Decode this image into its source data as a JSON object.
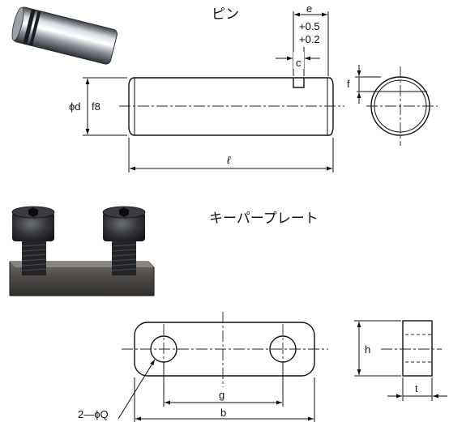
{
  "pin": {
    "title": "ピン",
    "dim_e": "e",
    "tol_upper": "+0.5",
    "tol_lower": "+0.2",
    "dim_c": "c",
    "dim_f": "f",
    "dim_d": "ϕd",
    "fit": "f8",
    "dim_l": "ℓ"
  },
  "key_plate": {
    "title": "キーパープレート",
    "dim_h": "h",
    "dim_g": "g",
    "dim_b": "b",
    "dim_t": "t",
    "holes": "2—ϕQ"
  }
}
